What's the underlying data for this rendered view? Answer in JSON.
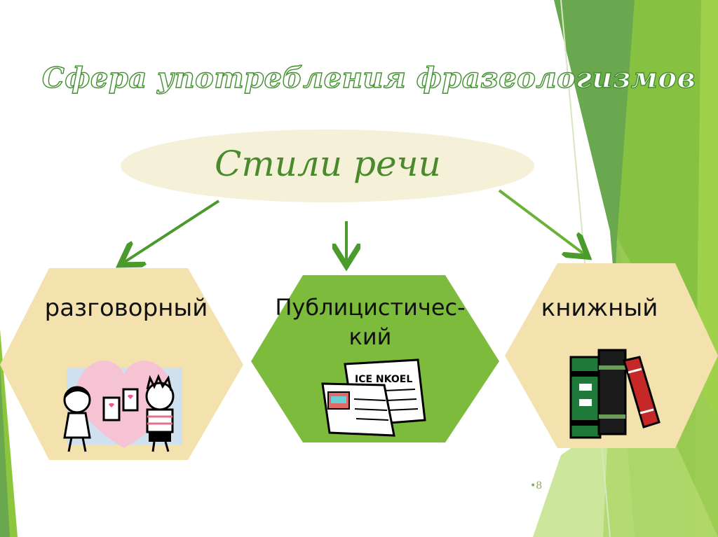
{
  "slide": {
    "title": "Сфера употребления фразеологизмов",
    "center_label": "Стили речи",
    "styles": [
      {
        "label": "разговорный",
        "icon": "friends-heart-icon"
      },
      {
        "label_line1": "Публицистичес-",
        "label_line2": "кий",
        "icon": "newspapers-icon"
      },
      {
        "label": "книжный",
        "icon": "books-icon"
      }
    ],
    "page_number": "•8"
  },
  "colors": {
    "title_outline": "#3f8f2c",
    "ellipse_fill": "#f5f0d8",
    "hex_beige": "#f3e2ad",
    "hex_green": "#7dbb3c",
    "arrow": "#4a9a2c",
    "deco_green": "#8cc63f"
  }
}
